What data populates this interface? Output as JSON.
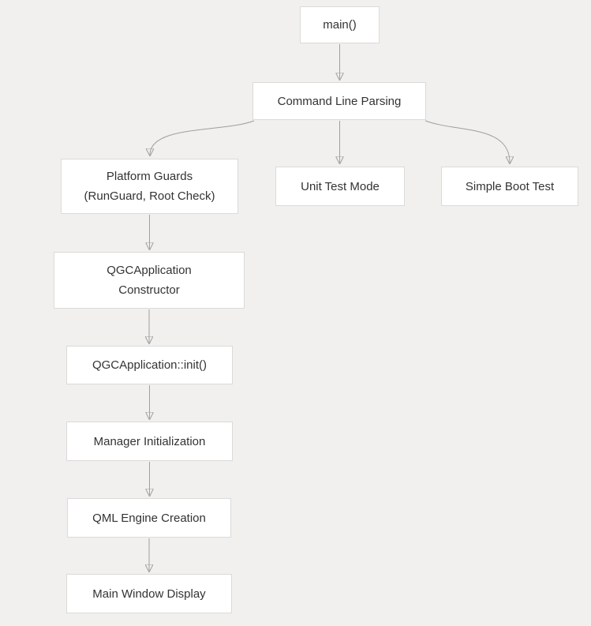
{
  "diagram": {
    "type": "flowchart",
    "direction": "top-down",
    "colors": {
      "background": "#f1f0ee",
      "node_fill": "#ffffff",
      "node_border": "#dbdad8",
      "node_text": "#333333",
      "edge_line": "#9e9e9e",
      "arrowhead": "#8a8a8a"
    },
    "nodes": [
      {
        "id": "main",
        "lines": [
          "main()"
        ]
      },
      {
        "id": "cmdline",
        "lines": [
          "Command Line Parsing"
        ]
      },
      {
        "id": "platform-guards",
        "lines": [
          "Platform Guards",
          "(RunGuard, Root Check)"
        ]
      },
      {
        "id": "unit-test",
        "lines": [
          "Unit Test Mode"
        ]
      },
      {
        "id": "simple-boot",
        "lines": [
          "Simple Boot Test"
        ]
      },
      {
        "id": "qgc-constructor",
        "lines": [
          "QGCApplication",
          "Constructor"
        ]
      },
      {
        "id": "qgc-init",
        "lines": [
          "QGCApplication::init()"
        ]
      },
      {
        "id": "manager-init",
        "lines": [
          "Manager Initialization"
        ]
      },
      {
        "id": "qml-engine",
        "lines": [
          "QML Engine Creation"
        ]
      },
      {
        "id": "main-window",
        "lines": [
          "Main Window Display"
        ]
      }
    ],
    "edges": [
      {
        "from": "main",
        "to": "cmdline"
      },
      {
        "from": "cmdline",
        "to": "platform-guards"
      },
      {
        "from": "cmdline",
        "to": "unit-test"
      },
      {
        "from": "cmdline",
        "to": "simple-boot"
      },
      {
        "from": "platform-guards",
        "to": "qgc-constructor"
      },
      {
        "from": "qgc-constructor",
        "to": "qgc-init"
      },
      {
        "from": "qgc-init",
        "to": "manager-init"
      },
      {
        "from": "manager-init",
        "to": "qml-engine"
      },
      {
        "from": "qml-engine",
        "to": "main-window"
      }
    ]
  }
}
